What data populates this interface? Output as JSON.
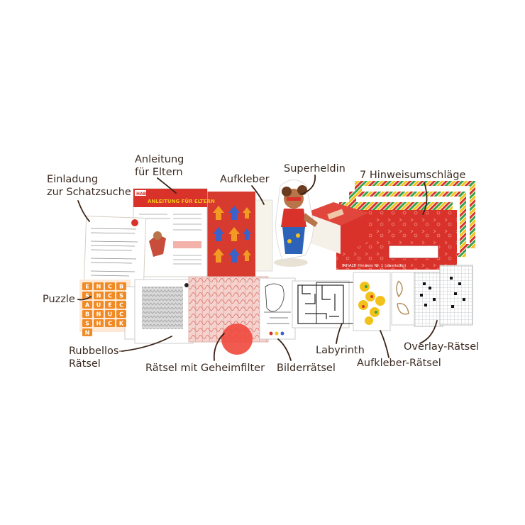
{
  "labels": {
    "einladung_line1": "Einladung",
    "einladung_line2": "zur Schatzsuche",
    "anleitung_line1": "Anleitung",
    "anleitung_line2": "für Eltern",
    "aufkleber": "Aufkleber",
    "superheldin": "Superheldin",
    "hinweisumschlaege": "7 Hinweisumschläge",
    "puzzle": "Puzzle",
    "rubbellos_line1": "Rubbellos-",
    "rubbellos_line2": "Rätsel",
    "geheimfilter": "Rätsel mit Geheimfilter",
    "bilderraetsel": "Bilderrätsel",
    "labyrinth": "Labyrinth",
    "aufkleber_raetsel": "Aufkleber-Rätsel",
    "overlay_raetsel": "Overlay-Rätsel"
  },
  "product_text": {
    "brand": "HABA",
    "booklet_title": "ANLEITUNG FÜR ELTERN",
    "envelope_label": "INHALT: Hinweis Nr. 1 (zweiteilig)",
    "puzzle_letters": [
      "E",
      "N",
      "C",
      "B",
      "S",
      "N",
      "C",
      "S",
      "A",
      "U",
      "E",
      "C",
      "B",
      "N",
      "U",
      "C",
      "S",
      "H",
      "C",
      "K",
      "N"
    ]
  },
  "colors": {
    "label_text": "#3b2b22",
    "pointer_line": "#3b2418",
    "accent_red": "#d8322b",
    "accent_orange": "#f08a24",
    "filter_red": "#f0483c",
    "envelope_stripe_green": "#3aa14a",
    "envelope_stripe_yellow": "#f2c21a"
  }
}
